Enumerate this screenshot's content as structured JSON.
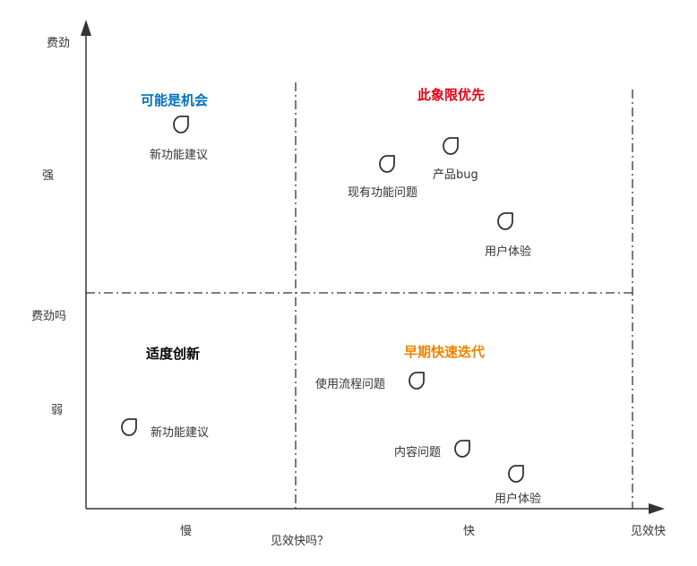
{
  "axes": {
    "y_title": "费劲",
    "y_strong": "强",
    "y_question": "费劲吗",
    "y_weak": "弱",
    "x_slow": "慢",
    "x_question": "见效快吗？",
    "x_fast": "快",
    "x_title": "见效快"
  },
  "quadrants": {
    "top_left": {
      "title": "可能是机会",
      "color": "#0070c0"
    },
    "top_right": {
      "title": "此象限优先",
      "color": "#e60012"
    },
    "bottom_left": {
      "title": "适度创新",
      "color": "#000000"
    },
    "bottom_right": {
      "title": "早期快速迭代",
      "color": "#f08300"
    }
  },
  "items": {
    "tl_new_feature": {
      "label": "新功能建议",
      "icon": "leaf-tag-icon"
    },
    "tr_product_bug": {
      "label": "产品bug",
      "icon": "leaf-tag-icon"
    },
    "tr_existing_issue": {
      "label": "现有功能问题",
      "icon": "leaf-tag-icon"
    },
    "tr_user_experience": {
      "label": "用户体验",
      "icon": "leaf-tag-icon"
    },
    "bl_new_feature": {
      "label": "新功能建议",
      "icon": "leaf-tag-icon"
    },
    "br_flow_issue": {
      "label": "使用流程问题",
      "icon": "leaf-tag-icon"
    },
    "br_content_issue": {
      "label": "内容问题",
      "icon": "leaf-tag-icon"
    },
    "br_user_experience": {
      "label": "用户体验",
      "icon": "leaf-tag-icon"
    }
  }
}
